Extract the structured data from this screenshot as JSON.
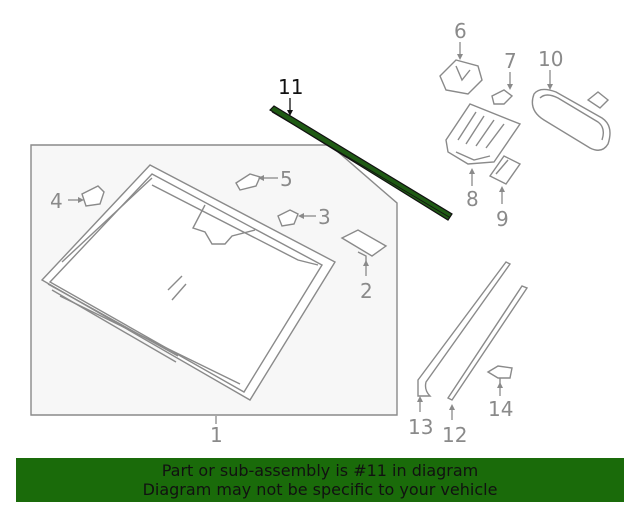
{
  "diagram": {
    "highlight_color": "#1f5a14",
    "callouts": [
      {
        "id": "1",
        "label": "1"
      },
      {
        "id": "2",
        "label": "2"
      },
      {
        "id": "3",
        "label": "3"
      },
      {
        "id": "4",
        "label": "4"
      },
      {
        "id": "5",
        "label": "5"
      },
      {
        "id": "6",
        "label": "6"
      },
      {
        "id": "7",
        "label": "7"
      },
      {
        "id": "8",
        "label": "8"
      },
      {
        "id": "9",
        "label": "9"
      },
      {
        "id": "10",
        "label": "10"
      },
      {
        "id": "11",
        "label": "11"
      },
      {
        "id": "12",
        "label": "12"
      },
      {
        "id": "13",
        "label": "13"
      },
      {
        "id": "14",
        "label": "14"
      }
    ],
    "highlighted_part": "11"
  },
  "banner": {
    "line1": "Part or sub-assembly is #11 in diagram",
    "line2": "Diagram may not be specific to your vehicle",
    "background": "#1a6b0a"
  }
}
